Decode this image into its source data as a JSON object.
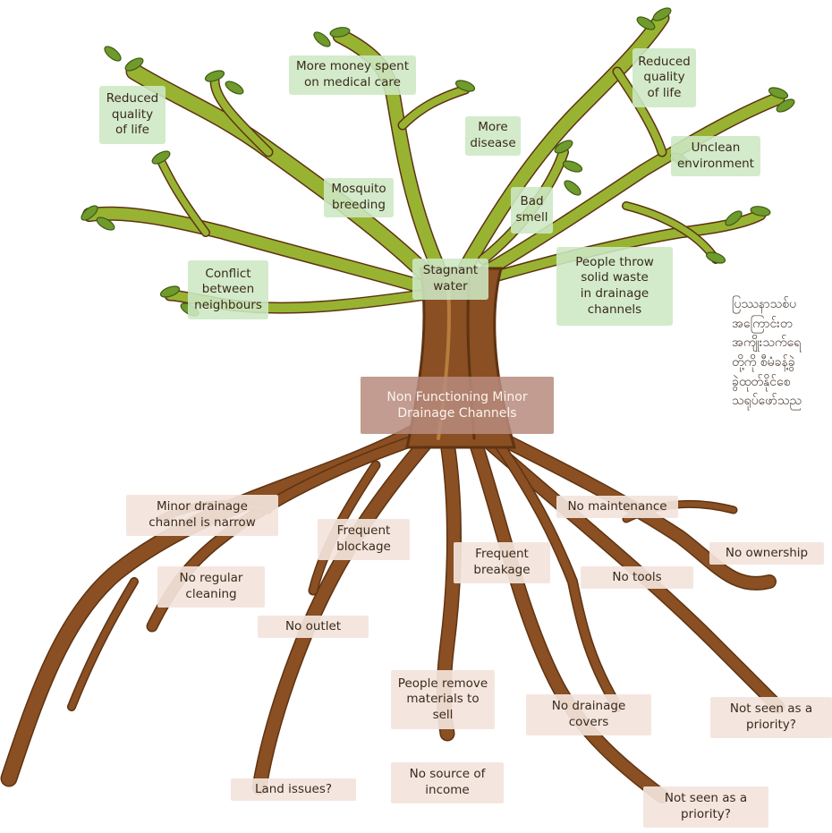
{
  "core_problem": "Non Functioning Minor\nDrainage Channels",
  "effects": [
    {
      "id": "e1",
      "text": "Reduced\nquality\nof life"
    },
    {
      "id": "e2",
      "text": "More money spent\non medical care"
    },
    {
      "id": "e3",
      "text": "Reduced\nquality\nof life"
    },
    {
      "id": "e4",
      "text": "More\ndisease"
    },
    {
      "id": "e5",
      "text": "Unclean\nenvironment"
    },
    {
      "id": "e6",
      "text": "Mosquito\nbreeding"
    },
    {
      "id": "e7",
      "text": "Bad\nsmell"
    },
    {
      "id": "e8",
      "text": "Conflict\nbetween\nneighbours"
    },
    {
      "id": "e9",
      "text": "Stagnant\nwater"
    },
    {
      "id": "e10",
      "text": "People throw\nsolid waste\nin drainage\nchannels"
    }
  ],
  "causes": [
    {
      "id": "c1",
      "text": "Minor drainage\nchannel is narrow"
    },
    {
      "id": "c2",
      "text": "Frequent\nblockage"
    },
    {
      "id": "c3",
      "text": "No maintenance"
    },
    {
      "id": "c4",
      "text": "No ownership"
    },
    {
      "id": "c5",
      "text": "Frequent\nbreakage"
    },
    {
      "id": "c6",
      "text": "No regular\ncleaning"
    },
    {
      "id": "c7",
      "text": "No tools"
    },
    {
      "id": "c8",
      "text": "No outlet"
    },
    {
      "id": "c9",
      "text": "People remove\nmaterials to\nsell"
    },
    {
      "id": "c10",
      "text": "No drainage\ncovers"
    },
    {
      "id": "c11",
      "text": "Not seen as a\npriority?"
    },
    {
      "id": "c12",
      "text": "No source of\nincome"
    },
    {
      "id": "c13",
      "text": "Land issues?"
    },
    {
      "id": "c14",
      "text": "Not seen as a\npriority?"
    }
  ],
  "side_text": [
    "ပြဿနာသစ်ပ",
    "အကြောင်းတ",
    "အကျိုးသက်ရေ",
    "တို့ကို စီမံခန့်ခွဲ",
    "ခွဲထုတ်နိုင်စေ",
    "သရုပ်ဖော်သည"
  ],
  "colors": {
    "trunk": "#8a4f22",
    "trunk_dark": "#5e3312",
    "trunk_light": "#b87d3c",
    "branch_green": "#98b332",
    "leaf": "#6f9a2c",
    "effect_bg": "#cde8c4",
    "cause_bg": "#f3e4dc",
    "core_bg": "#b78b7c"
  }
}
